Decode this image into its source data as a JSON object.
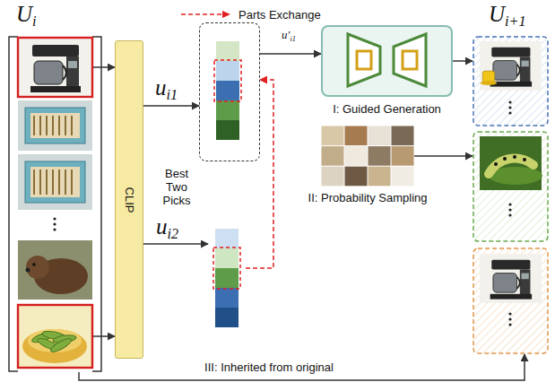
{
  "diagram": {
    "nodes": [
      {
        "text": [
          "Ui"
        ]
      },
      {
        "text": [
          "CLIP"
        ]
      },
      {
        "text": [
          "ui1"
        ]
      },
      {
        "text": [
          "ui2"
        ]
      },
      {
        "text": [
          "I: Guided Generation"
        ]
      },
      {
        "text": [
          "II: Probability Sampling"
        ]
      },
      {
        "text": [
          "Ui+1"
        ]
      }
    ],
    "edges": [
      {
        "from": 0,
        "to": 1,
        "arrow": "to"
      },
      {
        "from": 0,
        "to": 1,
        "arrow": "to"
      },
      {
        "from": 1,
        "to": 2,
        "arrow": "to"
      },
      {
        "from": 1,
        "to": 3,
        "arrow": "to"
      },
      {
        "from": 3,
        "to": 2,
        "arrow": "to"
      },
      {
        "from": 2,
        "to": 4,
        "label": "u′i1",
        "arrow": "to"
      },
      {
        "from": 4,
        "to": 6,
        "arrow": "to"
      },
      {
        "from": 5,
        "to": 6,
        "arrow": "to"
      },
      {
        "from": 0,
        "to": 6,
        "label": "III: Inherited from original",
        "arrow": "to"
      }
    ],
    "labels": [
      "Best Two Picks"
    ],
    "legend": [
      {
        "text": "Parts Exchange"
      }
    ]
  }
}
